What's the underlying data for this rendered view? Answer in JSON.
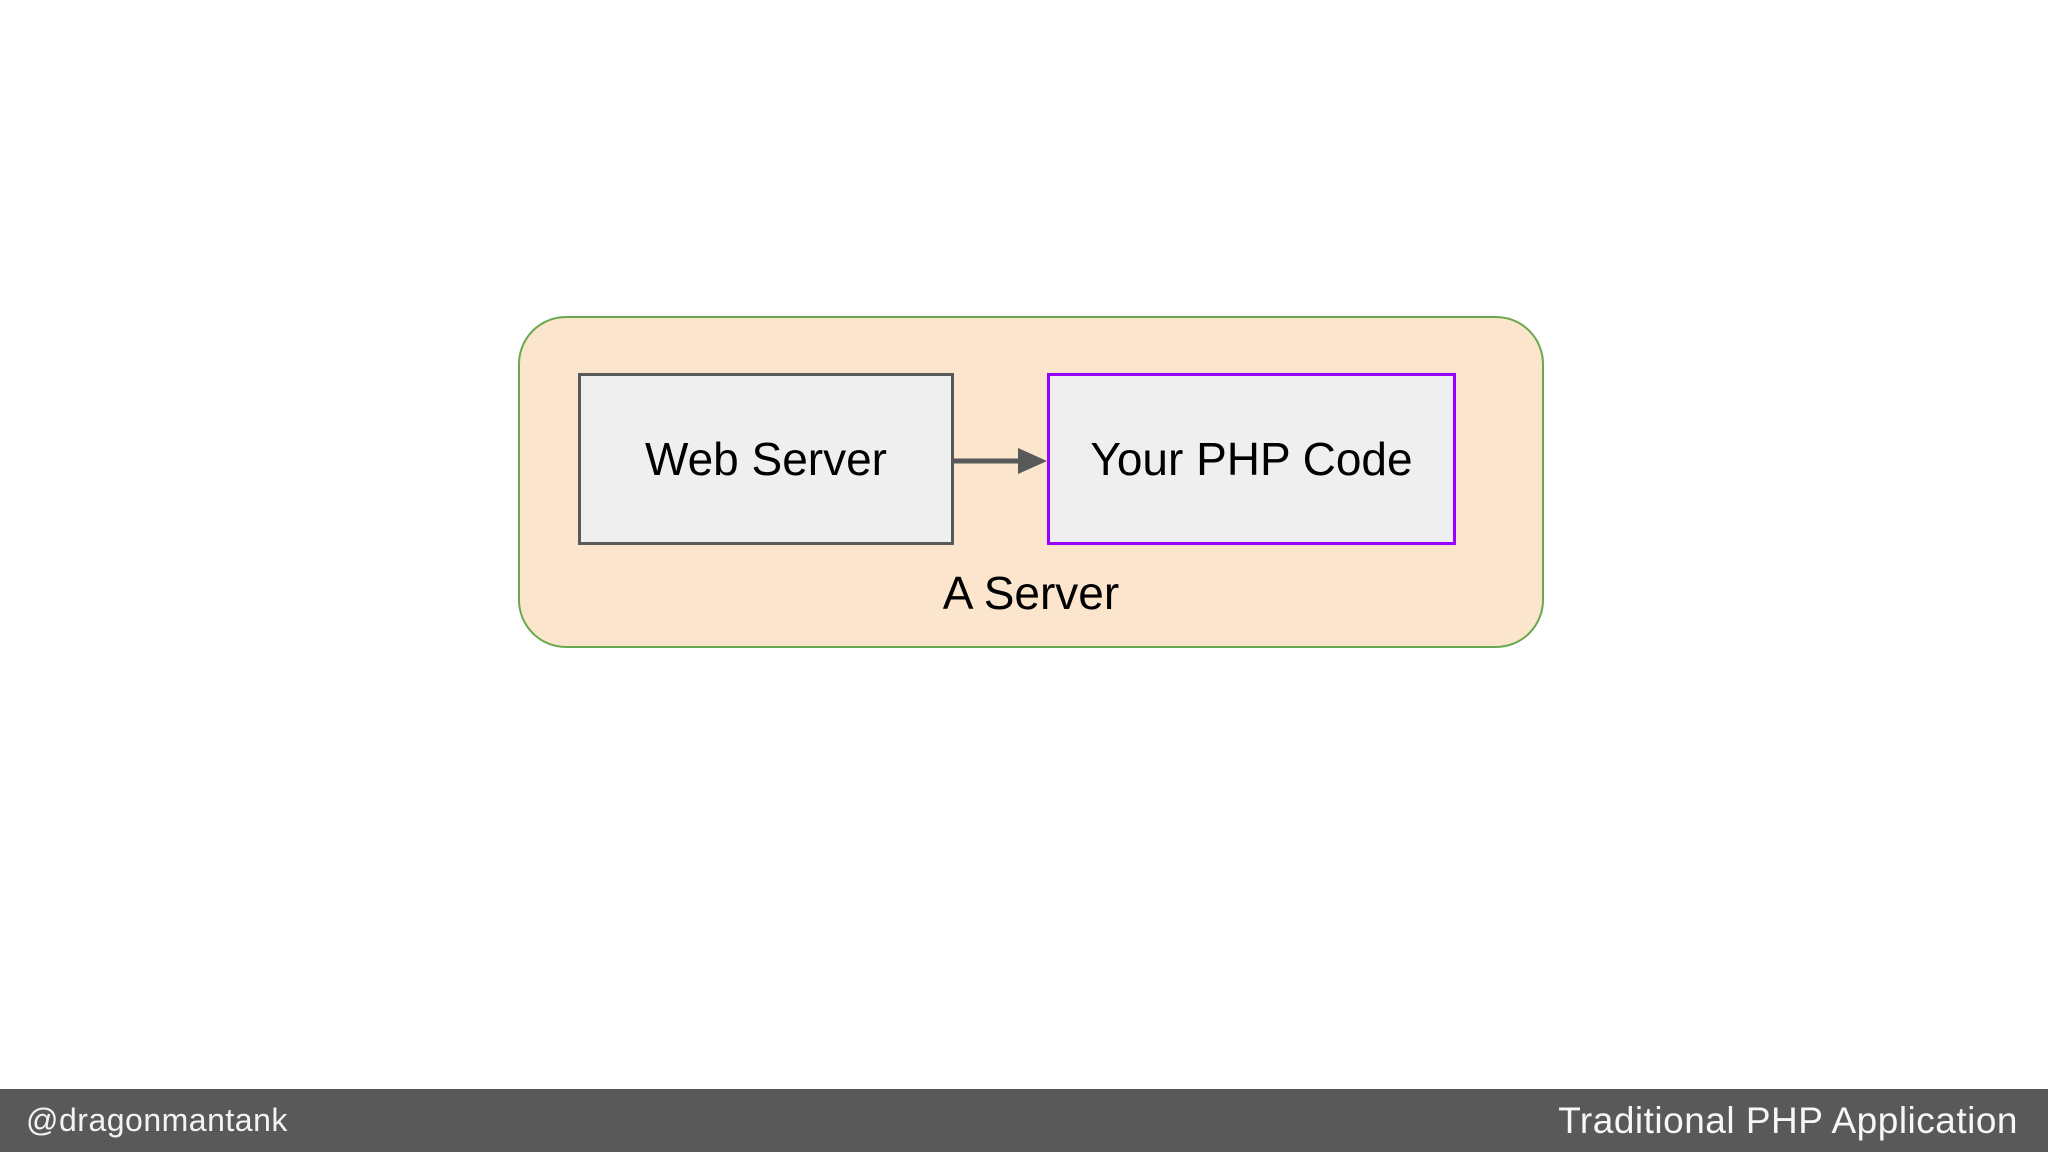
{
  "slide": {
    "background_color": "#ffffff"
  },
  "diagram": {
    "server_group": {
      "label": "A Server",
      "fill_color": "#fce5cd",
      "border_color": "#6aa84f"
    },
    "nodes": [
      {
        "id": "web-server",
        "label": "Web Server",
        "fill_color": "#efefef",
        "border_color": "#595959"
      },
      {
        "id": "php-code",
        "label": "Your PHP Code",
        "fill_color": "#efefef",
        "border_color": "#9900ff"
      }
    ],
    "edges": [
      {
        "from": "web-server",
        "to": "php-code",
        "direction": "right",
        "color": "#595959"
      }
    ]
  },
  "footer": {
    "background_color": "#595959",
    "handle": "@dragonmantank",
    "slide_title": "Traditional PHP Application",
    "text_color": "#f5f5f5"
  }
}
